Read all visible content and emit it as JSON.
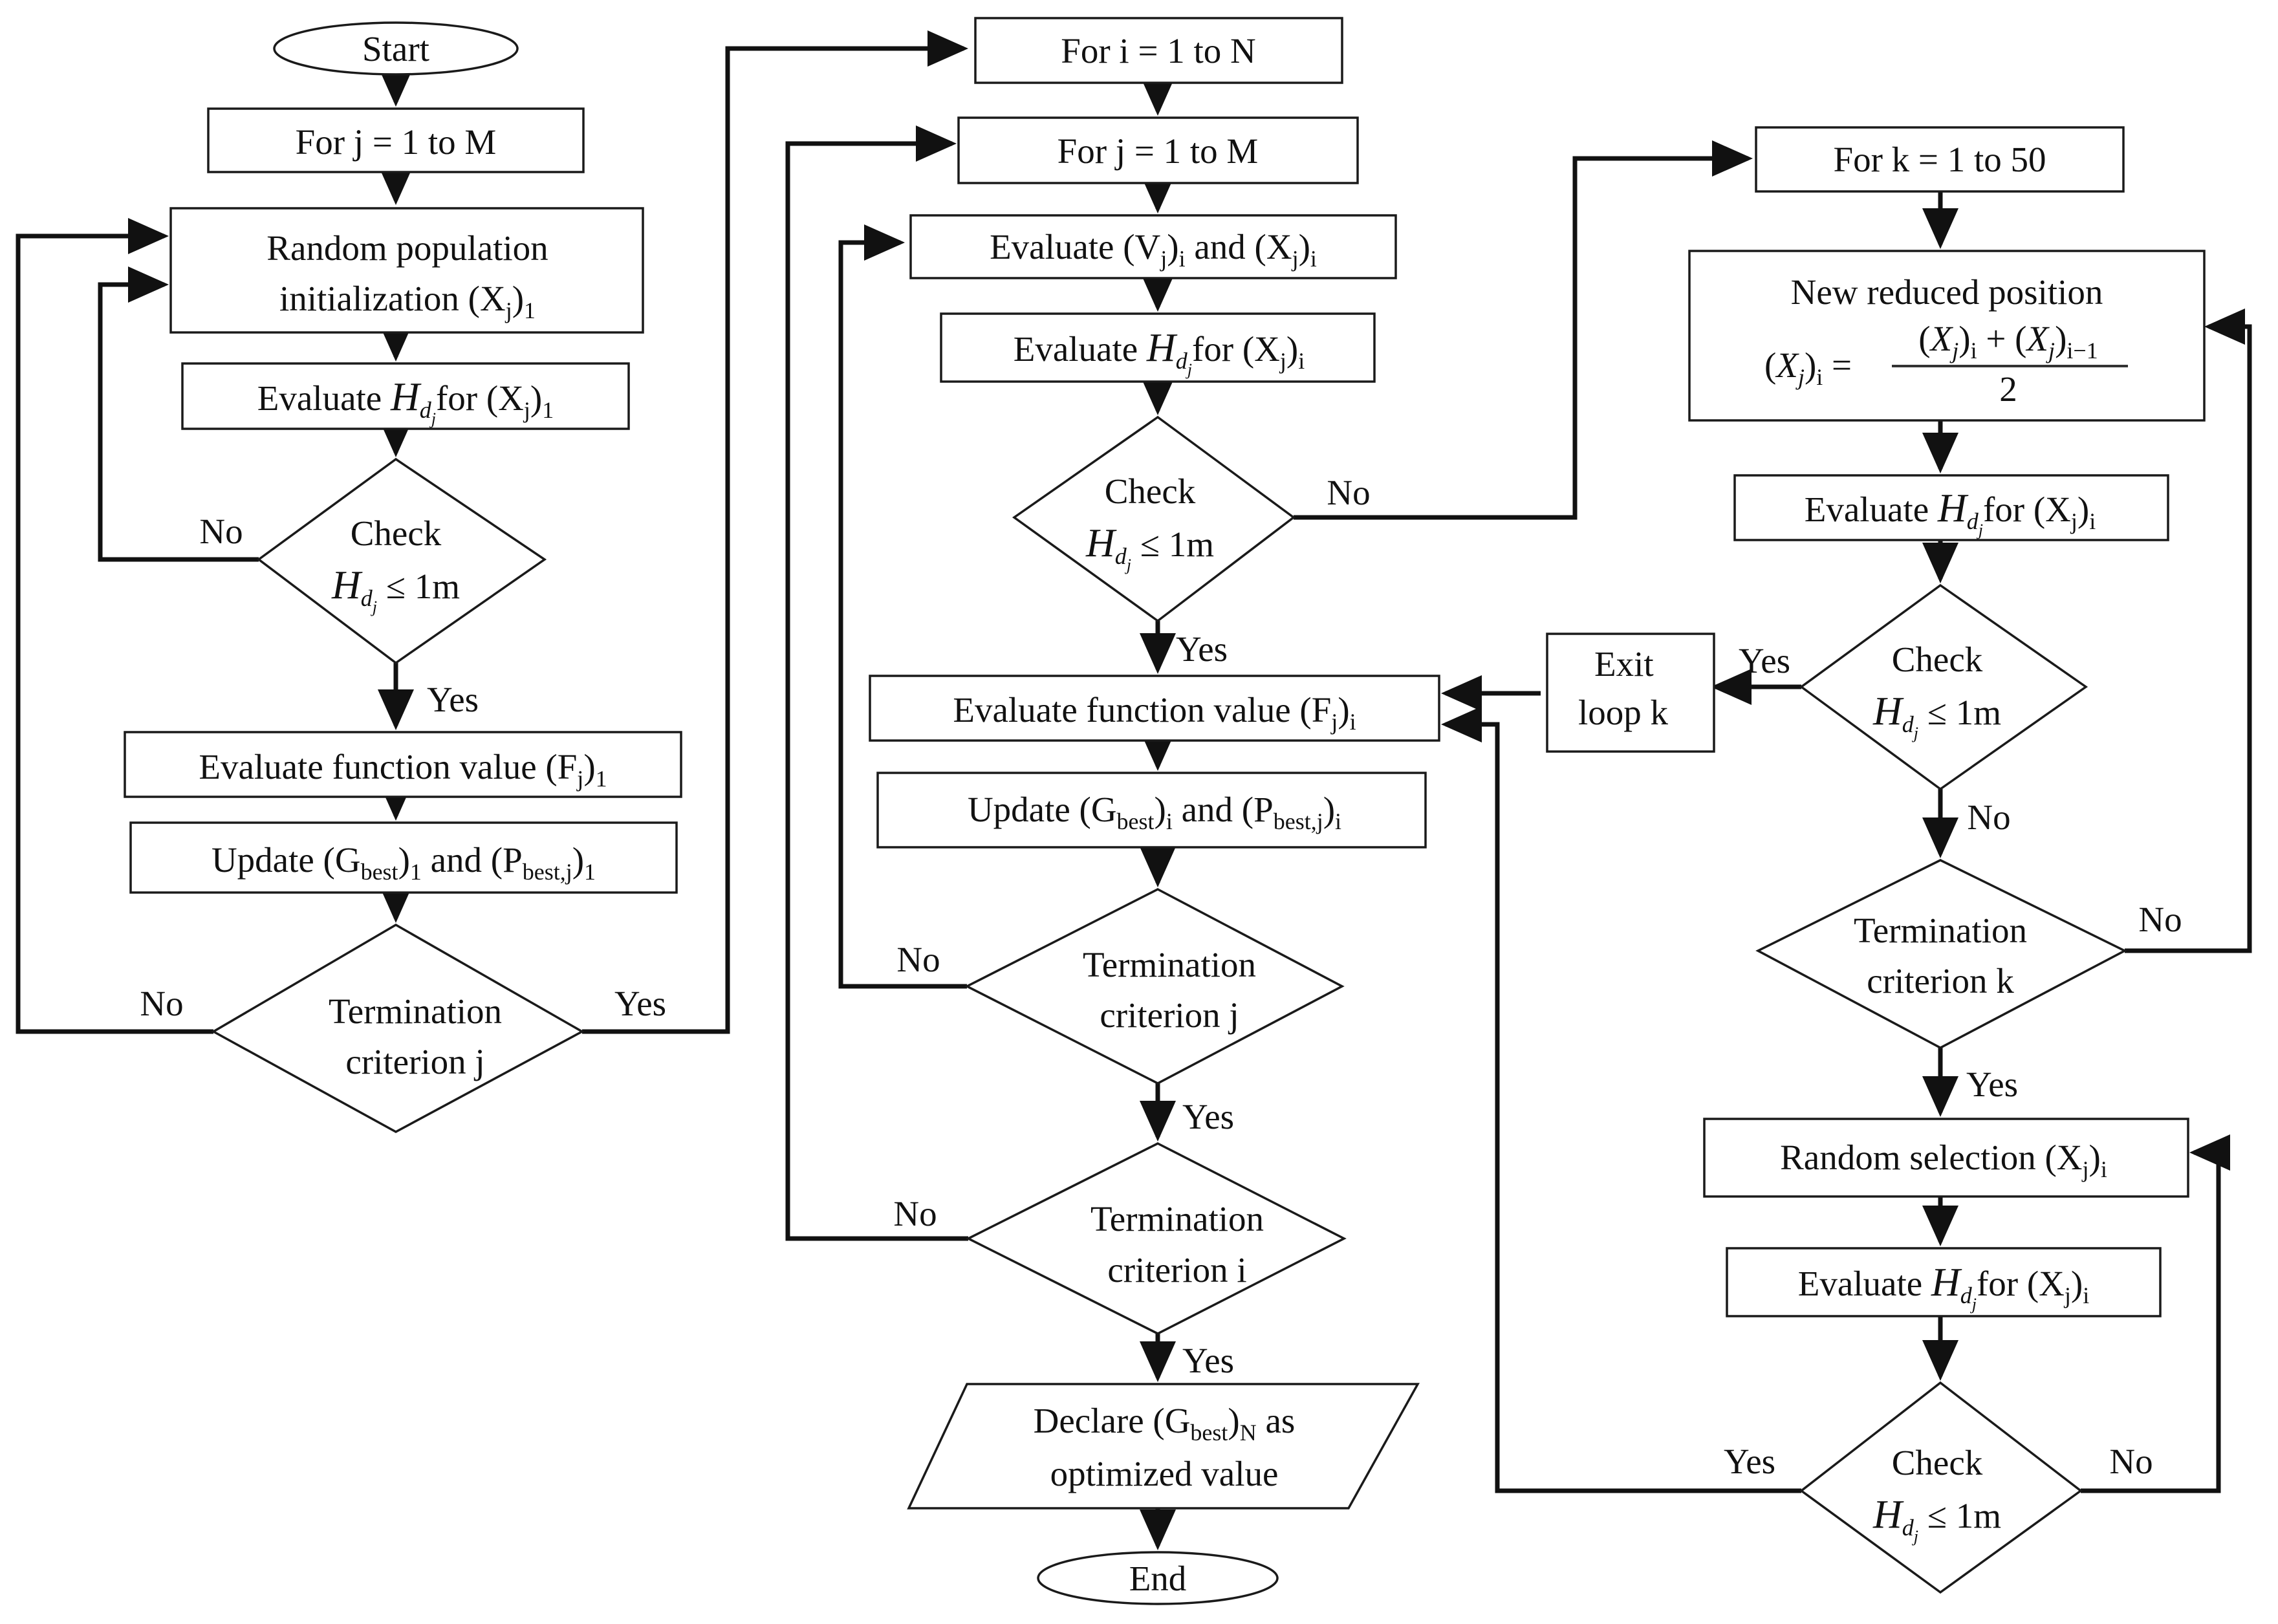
{
  "diagram": {
    "left": {
      "start": "Start",
      "for_j": "For j = 1 to M",
      "init": {
        "line1": "Random population",
        "line2": "initialization (X",
        "sub": "j",
        "tail": ")",
        "tsub": "1"
      },
      "eval_h": {
        "pre": "Evaluate ",
        "h": "H",
        "hsub": "d",
        "hsub2": "j",
        "post": "for (X",
        "sub": "j",
        "tail": ")",
        "tsub": "1"
      },
      "check": {
        "line1": "Check",
        "h": "H",
        "hsub": "d",
        "hsub2": "j",
        "rest": " ≤ 1m"
      },
      "eval_f": {
        "pre": "Evaluate function value (F",
        "sub": "j",
        "tail": ")",
        "tsub": "1"
      },
      "update": {
        "pre": "Update (G",
        "s1": "best",
        "m1": ")",
        "s2": "1",
        "mid": " and (P",
        "s3": "best,j",
        "m2": ")",
        "s4": "1"
      },
      "term": {
        "line1": "Termination",
        "line2": "criterion j"
      },
      "no_check": "No",
      "yes_check": "Yes",
      "no_term": "No",
      "yes_term": "Yes"
    },
    "middle": {
      "for_i": "For i = 1 to N",
      "for_j": "For j = 1 to M",
      "eval_vx": {
        "pre": "Evaluate (V",
        "s1": "j",
        "m1": ")",
        "s2": "i",
        "mid": " and (X",
        "s3": "j",
        "m2": ")",
        "s4": "i"
      },
      "eval_h": {
        "pre": "Evaluate ",
        "h": "H",
        "hsub": "d",
        "hsub2": "j",
        "post": "for (X",
        "sub": "j",
        "tail": ")",
        "tsub": "i"
      },
      "check": {
        "line1": "Check",
        "h": "H",
        "hsub": "d",
        "hsub2": "j",
        "rest": " ≤ 1m"
      },
      "eval_f": {
        "pre": "Evaluate function value (F",
        "sub": "j",
        "tail": ")",
        "tsub": "i"
      },
      "update": {
        "pre": "Update (G",
        "s1": "best",
        "m1": ")",
        "s2": "i",
        "mid": " and (P",
        "s3": "best,j",
        "m2": ")",
        "s4": "i"
      },
      "term_j": {
        "line1": "Termination",
        "line2": "criterion j"
      },
      "term_i": {
        "line1": "Termination",
        "line2": "criterion i"
      },
      "declare": {
        "pre": "Declare (G",
        "s1": "best",
        "m1": ")",
        "s2": "N",
        "post": " as",
        "line2": "optimized value"
      },
      "end": "End",
      "no_check": "No",
      "yes_check": "Yes",
      "no_term_j": "No",
      "yes_term_j": "Yes",
      "no_term_i": "No",
      "yes_term_i": "Yes"
    },
    "right": {
      "for_k": "For k = 1 to 50",
      "new_pos": {
        "line1": "New reduced position",
        "lhs_a": "(",
        "lhs_x": "X",
        "lhs_s": "j",
        "lhs_b": ")",
        "lhs_i": "i",
        "eq": " = ",
        "num_a": "(",
        "num_x1": "X",
        "num_s1": "j",
        "num_b": ")",
        "num_i1": "i",
        "plus": " + (",
        "num_x2": "X",
        "num_s2": "j",
        "num_c": ")",
        "num_i2": "i−1",
        "den": "2"
      },
      "eval_h1": {
        "pre": "Evaluate ",
        "h": "H",
        "hsub": "d",
        "hsub2": "j",
        "post": "for (X",
        "sub": "j",
        "tail": ")",
        "tsub": "i"
      },
      "check1": {
        "line1": "Check",
        "h": "H",
        "hsub": "d",
        "hsub2": "j",
        "rest": " ≤ 1m"
      },
      "exit": {
        "line1": "Exit",
        "line2": "loop k"
      },
      "term_k": {
        "line1": "Termination",
        "line2": "criterion k"
      },
      "random_sel": {
        "pre": "Random selection (X",
        "sub": "j",
        "tail": ")",
        "tsub": "i"
      },
      "eval_h2": {
        "pre": "Evaluate ",
        "h": "H",
        "hsub": "d",
        "hsub2": "j",
        "post": "for (X",
        "sub": "j",
        "tail": ")",
        "tsub": "i"
      },
      "check2": {
        "line1": "Check",
        "h": "H",
        "hsub": "d",
        "hsub2": "j",
        "rest": " ≤ 1m"
      },
      "yes_check1": "Yes",
      "no_check1": "No",
      "no_term_k": "No",
      "yes_term_k": "Yes",
      "yes_check2": "Yes",
      "no_check2": "No"
    }
  }
}
